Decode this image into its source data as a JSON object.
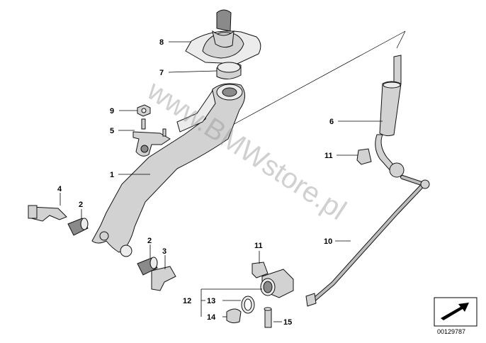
{
  "watermark": "www.BMWstore.pl",
  "reference_number": "00129787",
  "callouts": {
    "c1": "1",
    "c2a": "2",
    "c2b": "2",
    "c3": "3",
    "c4": "4",
    "c5": "5",
    "c6": "6",
    "c7": "7",
    "c8": "8",
    "c9": "9",
    "c10": "10",
    "c11a": "11",
    "c11b": "11",
    "c12": "12",
    "c13": "13",
    "c14": "14",
    "c15": "15"
  },
  "icons": {
    "nav": "arrow-icon"
  }
}
